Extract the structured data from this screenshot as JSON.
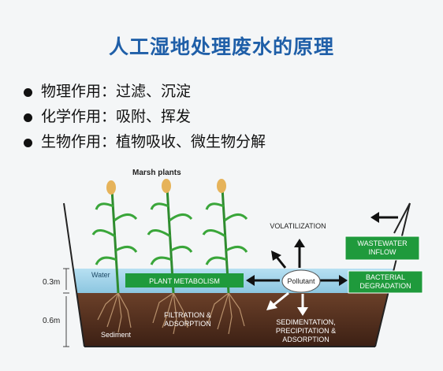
{
  "title": "人工湿地处理废水的原理",
  "bullets": [
    {
      "label": "物理作用",
      "value": "过滤、沉淀"
    },
    {
      "label": "化学作用",
      "value": "吸附、挥发"
    },
    {
      "label": "生物作用",
      "value": "植物吸收、微生物分解"
    }
  ],
  "diagram": {
    "marsh_plants": "Marsh plants",
    "volatilization": "VOLATILIZATION",
    "wastewater_line1": "WASTEWATER",
    "wastewater_line2": "INFLOW",
    "water": "Water",
    "plant_metabolism": "PLANT METABOLISM",
    "pollutant": "Pollutant",
    "bacterial_line1": "BACTERIAL",
    "bacterial_line2": "DEGRADATION",
    "depth_water": "0.3m",
    "depth_sediment": "0.6m",
    "filtration_line1": "FILTRATION &",
    "filtration_line2": "ADSORPTION",
    "sediment": "Sediment",
    "sed_line1": "SEDIMENTATION,",
    "sed_line2": "PRECIPITATION &",
    "sed_line3": "ADSORPTION"
  },
  "colors": {
    "title": "#1f5fa8",
    "green_box": "#1f9a3c",
    "water": "#9fd3ea",
    "sediment": "#5a3522"
  }
}
